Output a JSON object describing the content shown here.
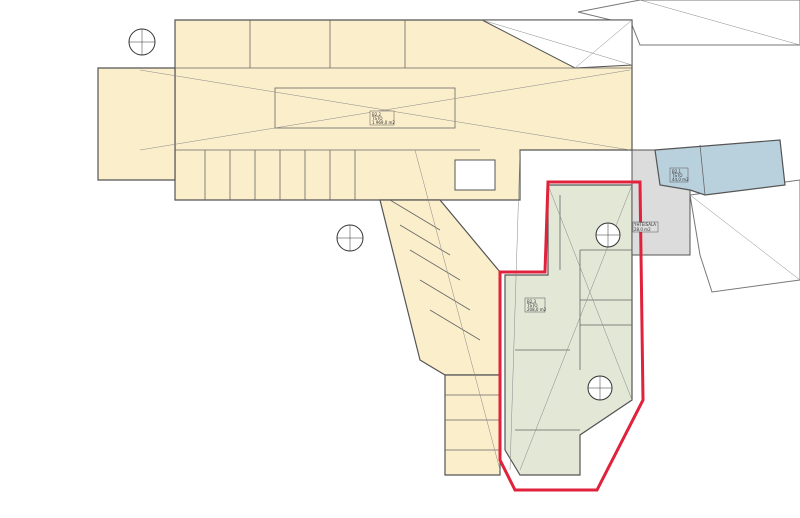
{
  "colors": {
    "general_area": "#fbeecb",
    "tenant_area": "#e2e7d6",
    "other_tenant": "#b9d0dd",
    "shared_area": "#dcdcdc",
    "highlight_outline": "#e0223c",
    "walls": "#555555"
  },
  "rooms": [
    {
      "id": "B2.2",
      "use": "TSTO",
      "area": "1 969,0 m2"
    },
    {
      "id": "B2.3",
      "use": "TSTO",
      "area": "208,0 m2"
    },
    {
      "id": "B2.1",
      "use": "TSTO",
      "area": "44,0 m2"
    },
    {
      "id": "YHTEISALA",
      "use": "",
      "area": "28,0 m2"
    }
  ]
}
